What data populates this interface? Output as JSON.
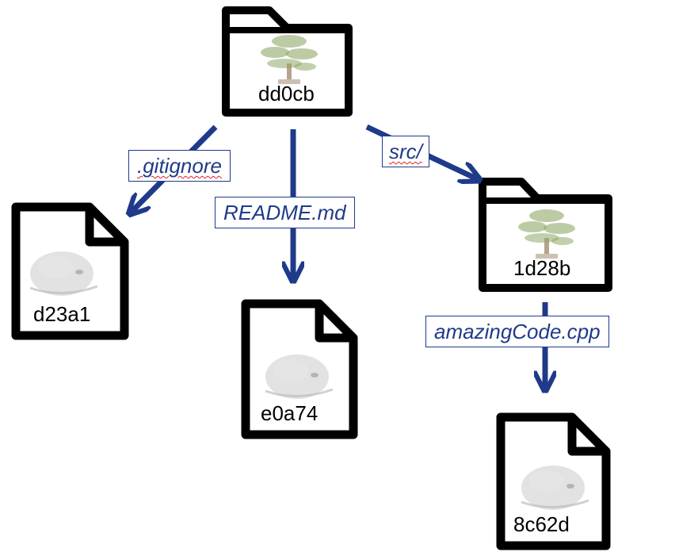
{
  "nodes": {
    "root_tree": {
      "hash": "dd0cb",
      "kind": "tree"
    },
    "gitignore_blob": {
      "hash": "d23a1",
      "kind": "blob"
    },
    "readme_blob": {
      "hash": "e0a74",
      "kind": "blob"
    },
    "src_tree": {
      "hash": "1d28b",
      "kind": "tree"
    },
    "code_blob": {
      "hash": "8c62d",
      "kind": "blob"
    }
  },
  "edges": {
    "gitignore": ".gitignore",
    "readme": "README.md",
    "src": "src/",
    "code": "amazingCode.cpp"
  },
  "colors": {
    "arrow": "#1f3a8a",
    "outline": "#000000",
    "squiggle": "#dd2222"
  },
  "icons": {
    "tree": "bonsai-tree-icon",
    "blob": "blobfish-icon"
  }
}
